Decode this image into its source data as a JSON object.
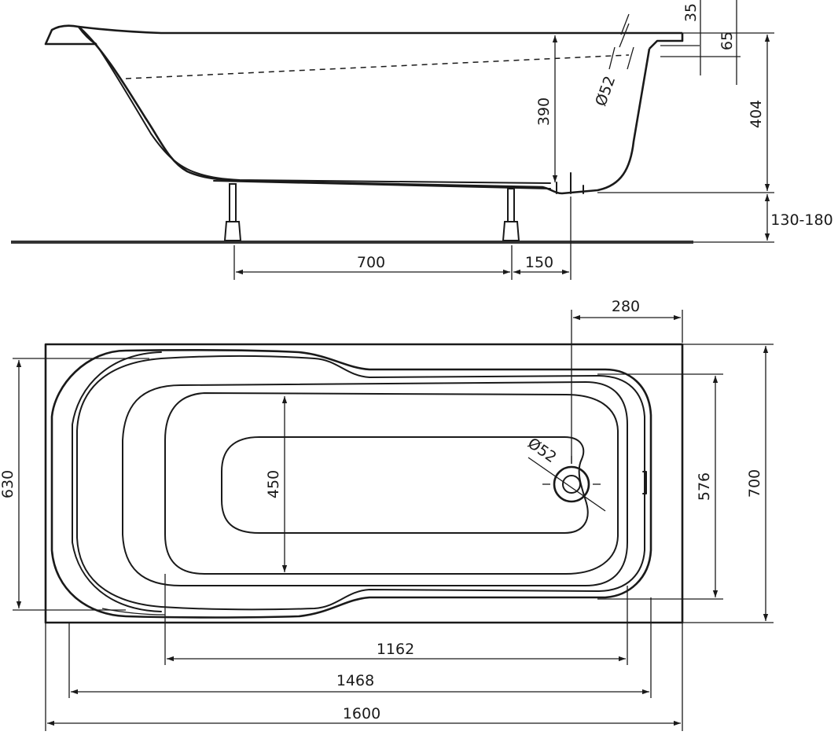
{
  "colors": {
    "line": "#1a1a1a",
    "background": "#ffffff",
    "floor": "#333333"
  },
  "side_view": {
    "dims": {
      "top_rim": "35",
      "rim_step": "65",
      "inner_depth": "390",
      "outer_height": "404",
      "drain_dia": "Ø52",
      "leg_height": "130-180",
      "leg_spacing": "700",
      "leg_offset": "150"
    }
  },
  "plan_view": {
    "dims": {
      "drain_offset": "280",
      "inner_width": "630",
      "bottom_width": "450",
      "drain_dia": "Ø52",
      "inner_width_right": "576",
      "outer_width": "700",
      "bottom_length": "1162",
      "inner_length": "1468",
      "outer_length": "1600"
    }
  }
}
